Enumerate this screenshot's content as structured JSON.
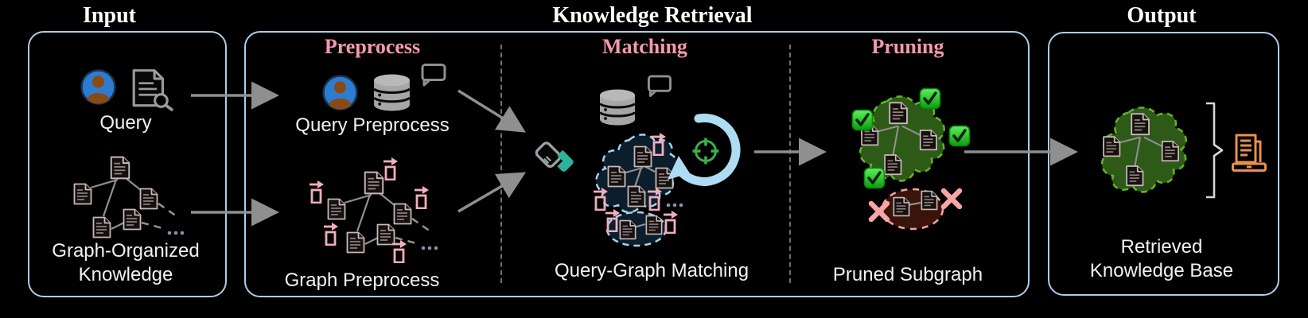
{
  "titles": {
    "input": "Input",
    "knowledge_retrieval": "Knowledge Retrieval",
    "output": "Output"
  },
  "panels": {
    "input": {
      "query_label": "Query",
      "knowledge_label": "Graph-Organized\nKnowledge"
    },
    "knowledge_retrieval": {
      "preprocess": {
        "title": "Preprocess",
        "query_label": "Query Preprocess",
        "graph_label": "Graph Preprocess"
      },
      "matching": {
        "title": "Matching",
        "label": "Query-Graph Matching"
      },
      "pruning": {
        "title": "Pruning",
        "label": "Pruned Subgraph"
      }
    },
    "output": {
      "label": "Retrieved\nKnowledge Base"
    }
  },
  "icons": {
    "user_avatar": "person in blue circle",
    "document_search": "document with magnifying glass",
    "document": "document page node",
    "database": "gray database cylinder",
    "speech_bubble": "chat bubble outline",
    "handshake": "gray and teal handshake",
    "target": "green crosshair target",
    "cycle_arrow": "light blue curved arrow",
    "check_badge": "green checkmark badge",
    "x_mark": "pink cross mark",
    "entity_tag": "pink arrow with small box",
    "bracket": "aggregation bracket",
    "reader_device": "orange document reader"
  },
  "colors": {
    "background": "#000000",
    "panel_border": "#aecde8",
    "section_title_pink": "#f799ac",
    "arrow_gray": "#8f8f8f",
    "doc_border": "#c8b8bc",
    "tag_pink": "#f2aebc",
    "db_gray": "#a6a6a6",
    "bubble_gray": "#8f8f8f",
    "handshake_teal": "#2eb39a",
    "target_green": "#3dae4c",
    "arc_blue": "#aedcf2",
    "cluster_fill": "#0c1e2c",
    "cluster_border": "#a5d3ee",
    "subgraph_fill": "#2d5a16",
    "subgraph_border": "#64b32c",
    "check_green": "#18c51c",
    "prune_fill": "#38140b",
    "prune_border": "#f2a0a8",
    "x_pink": "#f7a5a5",
    "avatar_blue": "#2e7cd1",
    "avatar_person": "#8a4a16",
    "device_orange": "#e8914e",
    "bracket_gray": "#d6d6d6"
  }
}
